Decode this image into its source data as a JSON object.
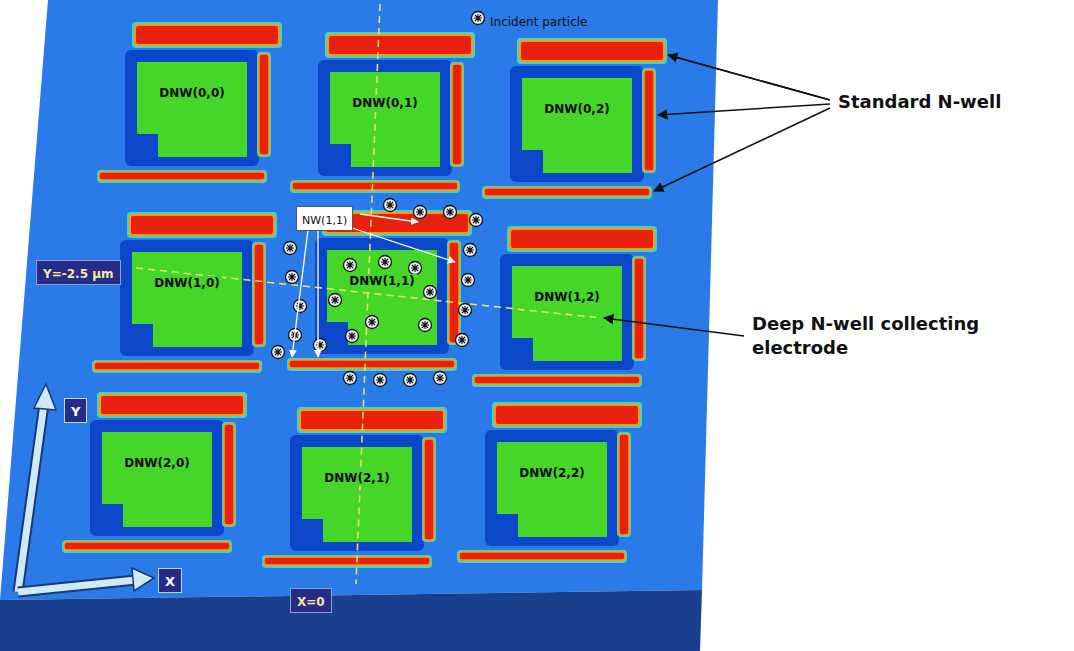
{
  "diagram": {
    "nodes": [
      {
        "text": [
          "DNW(0,0)"
        ]
      },
      {
        "text": [
          "DNW(0,1)"
        ]
      },
      {
        "text": [
          "DNW(0,2)"
        ]
      },
      {
        "text": [
          "NW(1,1)"
        ]
      },
      {
        "text": [
          "Y=-2.5 µm"
        ]
      },
      {
        "text": [
          "DNW(1,0)"
        ]
      },
      {
        "text": [
          "DNW(1,1)"
        ]
      },
      {
        "text": [
          "DNW(1,2)"
        ]
      },
      {
        "text": [
          "Y"
        ]
      },
      {
        "text": [
          "DNW(2,0)"
        ]
      },
      {
        "text": [
          "DNW(2,1)"
        ]
      },
      {
        "text": [
          "DNW(2,2)"
        ]
      },
      {
        "text": [
          "X"
        ]
      },
      {
        "text": [
          "X=0"
        ]
      }
    ],
    "labels": [
      "Standard N-well",
      "Deep N-well collecting electrode"
    ],
    "legend": [
      {
        "text": "Incident particle"
      }
    ]
  }
}
